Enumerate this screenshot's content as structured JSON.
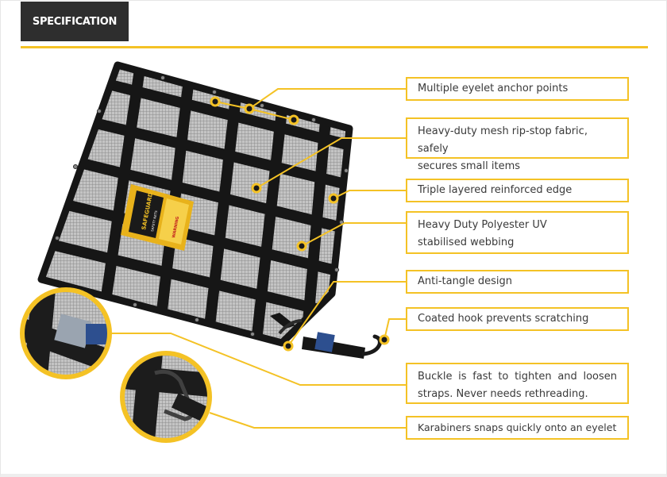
{
  "header": {
    "tab_label": "SPECIFICATION"
  },
  "colors": {
    "accent": "#f4c225",
    "tab_bg": "#2e2e2e",
    "net": "#161616",
    "mesh": "#b9b9b9"
  },
  "product_label": {
    "brand": "SAFEGUARD",
    "subtitle": "SAFETY NETS",
    "warning": "WARNING"
  },
  "callouts": [
    {
      "id": "eyelet",
      "lines": [
        "Multiple eyelet anchor points"
      ]
    },
    {
      "id": "mesh",
      "lines": [
        "Heavy-duty mesh rip-stop fabric, safely",
        "secures small items"
      ]
    },
    {
      "id": "edge",
      "lines": [
        "Triple layered reinforced edge"
      ]
    },
    {
      "id": "webbing",
      "lines": [
        "Heavy Duty Polyester UV",
        "stabilised webbing"
      ]
    },
    {
      "id": "tangle",
      "lines": [
        "Anti-tangle design"
      ]
    },
    {
      "id": "hook",
      "lines": [
        "Coated hook prevents scratching"
      ]
    },
    {
      "id": "buckle",
      "lines": [
        "Buckle is fast to tighten and loosen",
        "straps. Never needs rethreading."
      ]
    },
    {
      "id": "karabiner",
      "lines": [
        "Karabiners snaps quickly onto an eyelet"
      ]
    }
  ]
}
